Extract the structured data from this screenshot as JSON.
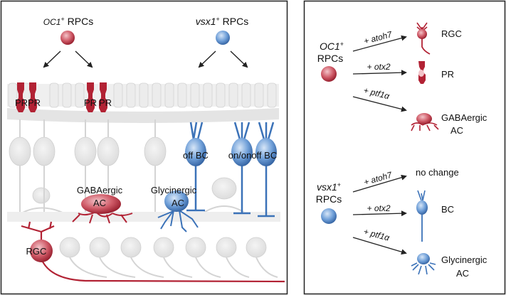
{
  "colors": {
    "red": "#b22234",
    "blue": "#3b72b8",
    "gray_cell": "#e6e6e6",
    "gray_stroke": "#c8c8c8",
    "frame": "#222222"
  },
  "left_panel": {
    "oc1_gene": "OC1",
    "oc1_sup": "+",
    "oc1_suffix": " RPCs",
    "vsx1_gene": "vsx1",
    "vsx1_sup": "+",
    "vsx1_suffix": " RPCs",
    "pr_labels": [
      "PR",
      "PR",
      "PR",
      "PR"
    ],
    "off_bc": "off BC",
    "onoff_bc": "on/onoff BC",
    "gaba_line1": "GABAergic",
    "gaba_line2": "AC",
    "gly_line1": "Glycinergic",
    "gly_line2": "AC",
    "rgc": "RGC"
  },
  "right_panel": {
    "oc1_gene": "OC1",
    "oc1_sup": "+",
    "oc1_line2": "RPCs",
    "vsx1_gene": "vsx1",
    "vsx1_sup": "+",
    "vsx1_line2": "RPCs",
    "oc1_rows": [
      {
        "factor": "+ atoh7",
        "result": "RGC"
      },
      {
        "factor": "+ otx2",
        "result": "PR"
      },
      {
        "factor": "+ ptf1α",
        "result": "GABAergic",
        "result2": "AC"
      }
    ],
    "vsx1_rows": [
      {
        "factor": "+ atoh7",
        "result": "no change"
      },
      {
        "factor": "+ otx2",
        "result": "BC"
      },
      {
        "factor": "+ ptf1α",
        "result": "Glycinergic",
        "result2": "AC"
      }
    ]
  }
}
